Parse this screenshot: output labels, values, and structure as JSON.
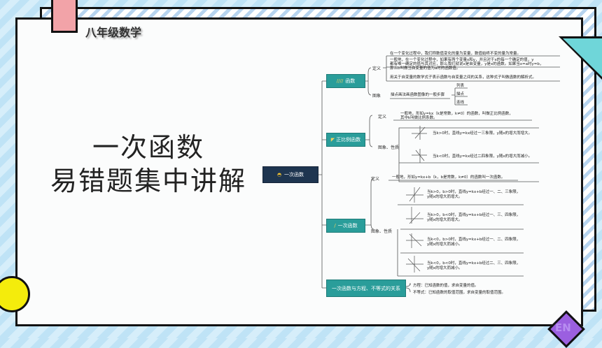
{
  "header": {
    "grade": "八年级数学"
  },
  "title": {
    "line1": "一次函数",
    "line2": "易错题集中讲解"
  },
  "badge": "EN",
  "mindmap": {
    "root": "一次函数",
    "branches": [
      {
        "label": "函数",
        "def_label": "定义",
        "defs": [
          "在一个变化过程中，我们称数值变化的量为变量，数值始终不变的量为常量。",
          "一般地，在一个变化过程中，如果有两个变量x和y，并且对于x的每一个确定的值，y",
          "都有唯一确定的值与其对应，那么我们就说x是自变量，y是x的函数。如果当x=a时y=b，",
          "那么b叫做当自变量的值为a时的函数值。",
          "用关于自变量的数学式子表示函数与自变量之间的关系，这种式子叫做函数的解析式。"
        ],
        "graph_label": "图象",
        "graph_text": "描点画法画函数图像的一般步骤",
        "steps": [
          "列表",
          "描点",
          "连线"
        ]
      },
      {
        "label": "正比例函数",
        "def_label": "定义",
        "defs": [
          "一般地，形如y=kx（k是常数，k≠0）的函数，叫做正比例函数，",
          "其中k叫做比例系数。"
        ],
        "prop_label": "图象、性质",
        "props": [
          "当k>0时，直线y=kx经过一三象限，y随x的增大而增大。",
          "当k<0时，直线y=kx经过二四象限，y随x的增大而减小。"
        ]
      },
      {
        "label": "一次函数",
        "def_label": "定义",
        "defs": [
          "一般地，形如y=kx+b（k，b是常数，k≠0）的函数叫一次函数。"
        ],
        "prop_label": "图象、性质",
        "props": [
          [
            "当k>0，b>0时，直线y=kx+b经过一、二、三象限，",
            "y随x的增大而增大。"
          ],
          [
            "当k>0，b<0时，直线y=kx+b经过一、三、四象限，",
            "y随x的增大而增大。"
          ],
          [
            "当k<0，b>0时，直线y=kx+b经过一、二、四象限，",
            "y随x的增大而减小。"
          ],
          [
            "当k<0，b<0时，直线y=kx+b经过二、三、四象限，",
            "y随x的增大而减小。"
          ]
        ]
      },
      {
        "label": "一次函数与方程、不等式的关系",
        "items": [
          "方程：已知函数的值，求自变量的值。",
          "不等式：已知函数的取值范围，求自变量的取值范围。"
        ]
      }
    ]
  },
  "colors": {
    "teal": "#2a9d9a",
    "root": "#1e3550",
    "pink": "#f2a3a8",
    "yellow": "#f4ec0c",
    "purple": "#9b5fe0",
    "cyan": "#6fd6d9"
  }
}
